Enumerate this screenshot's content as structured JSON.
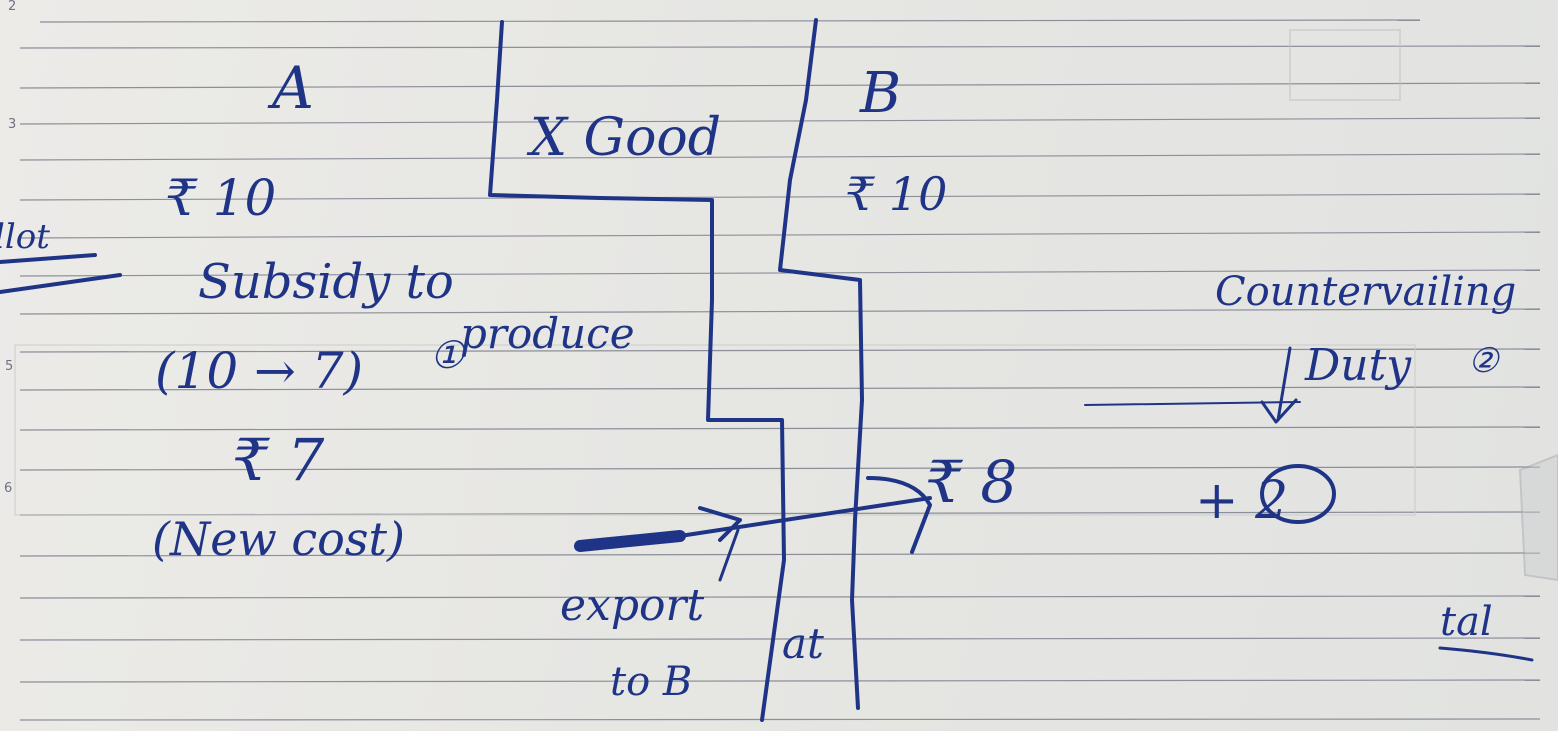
{
  "margin_numbers": [
    "2",
    "3",
    "5",
    "6"
  ],
  "notes": {
    "country_a": "A",
    "country_b": "B",
    "good": "X Good",
    "price_a": "₹ 10",
    "price_b": "₹ 10",
    "subsidy_line1": "Subsidy to",
    "subsidy_line2": "produce",
    "subsidy_change": "(10 → 7)",
    "new_price_a": "₹ 7",
    "new_cost": "(New cost)",
    "export_line1": "export",
    "export_line2": "to B",
    "at_label": "at",
    "price_b_arrival": "₹ 8",
    "duty_amount": "+ 2",
    "countervailing_line1": "Countervailing",
    "countervailing_line2": "Duty",
    "edge_left": "llot",
    "edge_right": "tal"
  },
  "colors": {
    "ink": "#1f3487",
    "paper": "#e9e9e6",
    "rule": "#8b8f99"
  }
}
